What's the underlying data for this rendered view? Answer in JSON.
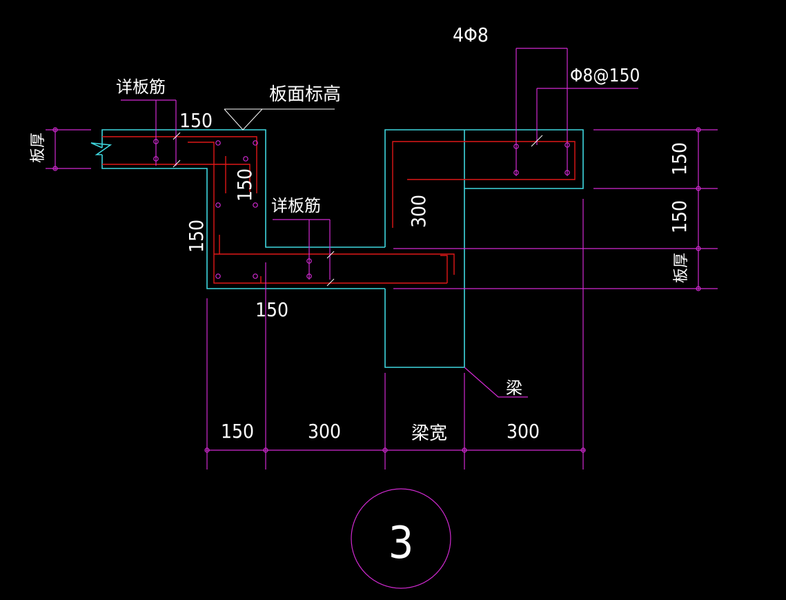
{
  "labels": {
    "slab_thickness": "板厚",
    "slab_top_elevation": "板面标高",
    "see_slab_rebar": "详板筋",
    "beam": "梁",
    "beam_width": "梁宽",
    "longitudinal_bars": "4Φ8",
    "stirrups": "Φ8@150",
    "section_number": "3"
  },
  "dimensions": {
    "top_left_150": "150",
    "step_vertical_150": "150",
    "left_vertical_150": "150",
    "bottom_horizontal_150": "150",
    "right_vertical_150_top": "150",
    "right_vertical_150_mid": "150",
    "beam_vertical_300": "300",
    "bottom_150": "150",
    "bottom_300_a": "300",
    "bottom_300_b": "300"
  },
  "colors": {
    "background": "#000000",
    "concrete_outline": "#3fd8e0",
    "rebar": "#e01818",
    "dimension_lines": "#d22ad2",
    "text": "#ffffff"
  }
}
